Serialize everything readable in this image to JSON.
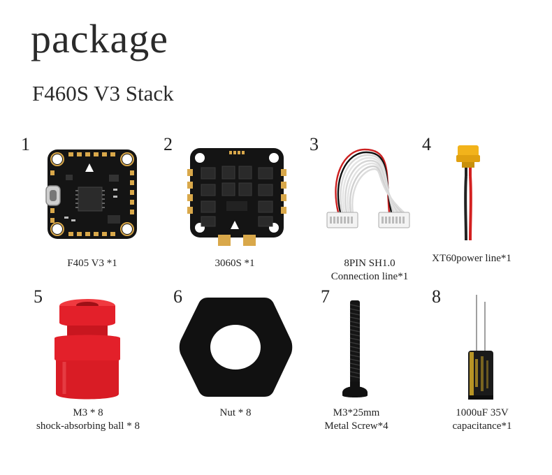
{
  "header": {
    "title": "package",
    "subtitle": "F460S V3 Stack"
  },
  "items": [
    {
      "number": "1",
      "caption": [
        "F405 V3 *1"
      ],
      "icon": "flight-controller-board"
    },
    {
      "number": "2",
      "caption": [
        "3060S *1"
      ],
      "icon": "esc-board"
    },
    {
      "number": "3",
      "caption": [
        "8PIN SH1.0",
        "Connection line*1"
      ],
      "icon": "connection-cable"
    },
    {
      "number": "4",
      "caption": [
        "XT60power line*1"
      ],
      "icon": "xt60-power-cable"
    },
    {
      "number": "5",
      "caption": [
        "M3 * 8",
        "shock-absorbing ball * 8"
      ],
      "icon": "rubber-grommet"
    },
    {
      "number": "6",
      "caption": [
        "Nut * 8"
      ],
      "icon": "hex-nut"
    },
    {
      "number": "7",
      "caption": [
        "M3*25mm",
        "Metal Screw*4"
      ],
      "icon": "metal-screw"
    },
    {
      "number": "8",
      "caption": [
        "1000uF 35V",
        "capacitance*1"
      ],
      "icon": "capacitor"
    }
  ],
  "colors": {
    "pcb": "#141414",
    "gold_pad": "#d9a84a",
    "rubber_red": "#e3202a",
    "xt60_yellow": "#f2b31b",
    "wire_red": "#d32020",
    "capacitor_gold": "#c9a227"
  }
}
